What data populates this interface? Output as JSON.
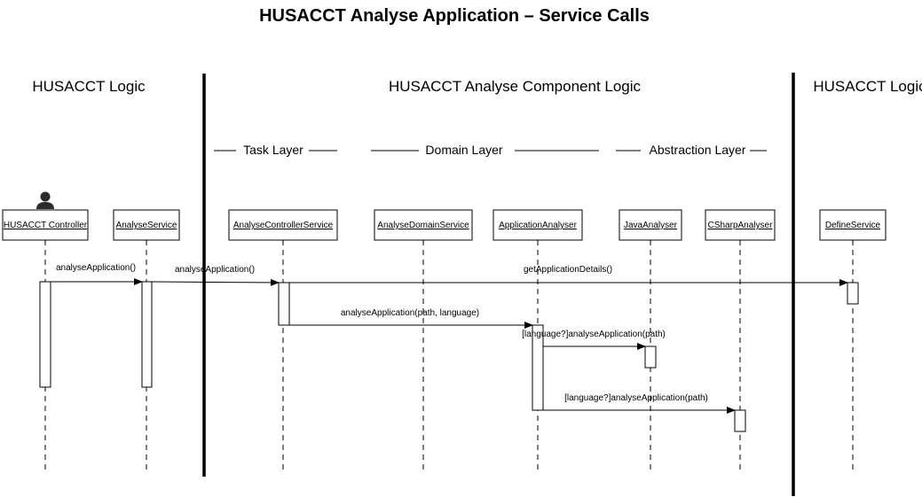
{
  "diagram": {
    "title": "HUSACCT Analyse Application – Service Calls",
    "regions": [
      {
        "label": "HUSACCT Logic"
      },
      {
        "label": "HUSACCT Analyse Component Logic"
      },
      {
        "label": "HUSACCT Logic"
      }
    ],
    "layers": [
      {
        "label": "Task Layer"
      },
      {
        "label": "Domain Layer"
      },
      {
        "label": "Abstraction Layer"
      }
    ],
    "participants": [
      {
        "label": "HUSACCT Controller",
        "actor": true
      },
      {
        "label": "AnalyseService"
      },
      {
        "label": "AnalyseControllerService"
      },
      {
        "label": "AnalyseDomainService"
      },
      {
        "label": "ApplicationAnalyser"
      },
      {
        "label": "JavaAnalyser"
      },
      {
        "label": "CSharpAnalyser"
      },
      {
        "label": "DefineService"
      }
    ],
    "messages": [
      {
        "label": "analyseApplication()",
        "from": 0,
        "to": 1
      },
      {
        "label": "analyseApplication()",
        "from": 1,
        "to": 2
      },
      {
        "label": "getApplicationDetails()",
        "from": 2,
        "to": 7
      },
      {
        "label": "analyseApplication(path, language)",
        "from": 2,
        "to": 4
      },
      {
        "label": "[language?]analyseApplication(path)",
        "from": 4,
        "to": 5
      },
      {
        "label": "[language?]analyseApplication(path)",
        "from": 4,
        "to": 6
      }
    ]
  }
}
